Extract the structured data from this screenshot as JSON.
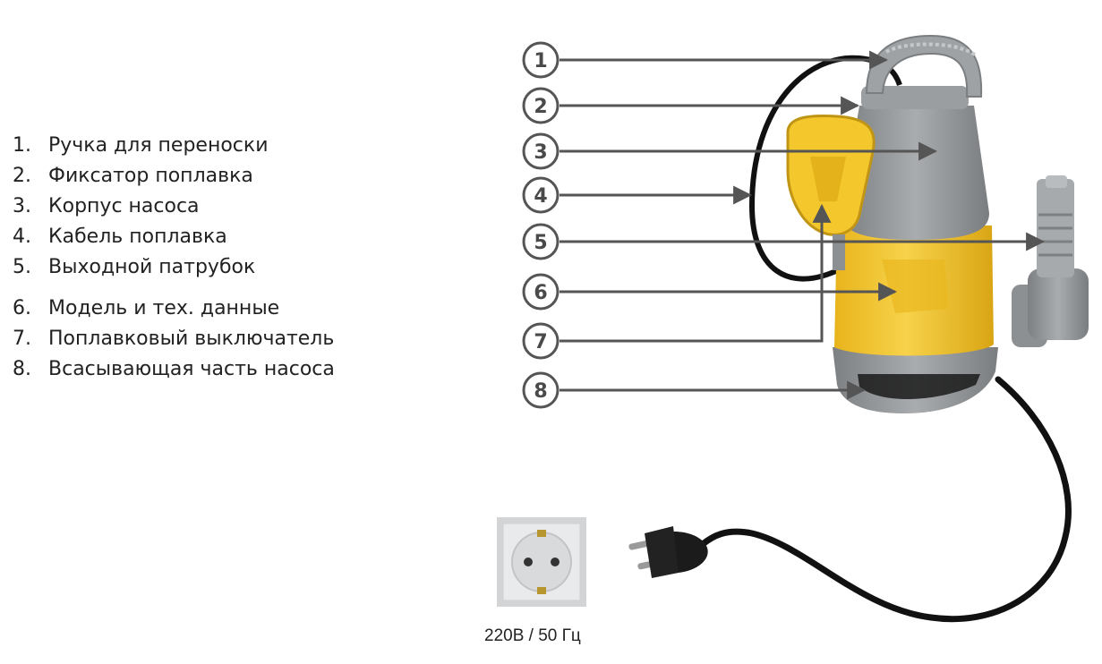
{
  "legend": {
    "items": [
      {
        "number": "1.",
        "text": "Ручка для переноски"
      },
      {
        "number": "2.",
        "text": "Фиксатор поплавка"
      },
      {
        "number": "3.",
        "text": "Корпус насоса"
      },
      {
        "number": "4.",
        "text": "Кабель поплавка"
      },
      {
        "number": "5.",
        "text": "Выходной патрубок"
      },
      {
        "number": "6.",
        "text": "Модель и тех. данные"
      },
      {
        "number": "7.",
        "text": "Поплавковый выключатель"
      },
      {
        "number": "8.",
        "text": "Всасывающая часть насоса"
      }
    ]
  },
  "callouts": [
    "1",
    "2",
    "3",
    "4",
    "5",
    "6",
    "7",
    "8"
  ],
  "socket": {
    "voltage_label": "220В / 50 Гц"
  },
  "colors": {
    "pump_yellow": "#f2c42a",
    "pump_gray": "#8f9295",
    "callout_gray": "#555555",
    "cable_black": "#111111"
  }
}
